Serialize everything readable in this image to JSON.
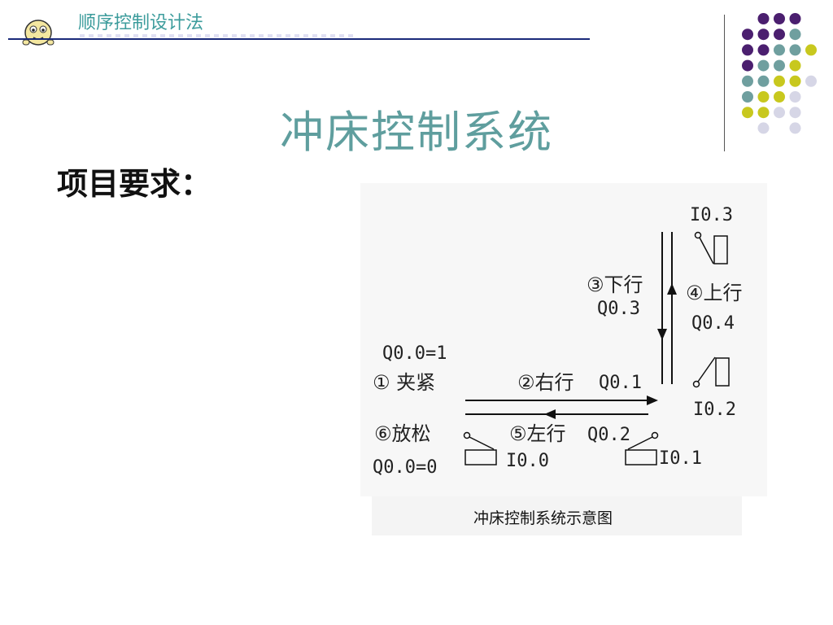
{
  "header": {
    "title": "顺序控制设计法"
  },
  "slide": {
    "title": "冲床控制系统",
    "section_label": "项目要求："
  },
  "colors": {
    "accent_teal": "#5f9e9e",
    "dot_purple": "#4b1f6f",
    "dot_teal": "#6f9f9f",
    "dot_yellow": "#c8c81e",
    "dot_lavender": "#d6d6e6"
  },
  "diagram": {
    "labels": {
      "sw_top": "I0.3",
      "step3": "③下行",
      "step3_out": "Q0.3",
      "step4": "④上行",
      "step4_out": "Q0.4",
      "sw_mid_right": "I0.2",
      "clamp_out": "Q0.0=1",
      "step1": "① 夹紧",
      "step2": "②右行",
      "step2_out": "Q0.1",
      "step6": "⑥放松",
      "step5": "⑤左行",
      "step5_out": "Q0.2",
      "sw_right": "I0.1",
      "sw_left": "I0.0",
      "release_out": "Q0.0=0"
    },
    "caption": "冲床控制系统示意图"
  }
}
